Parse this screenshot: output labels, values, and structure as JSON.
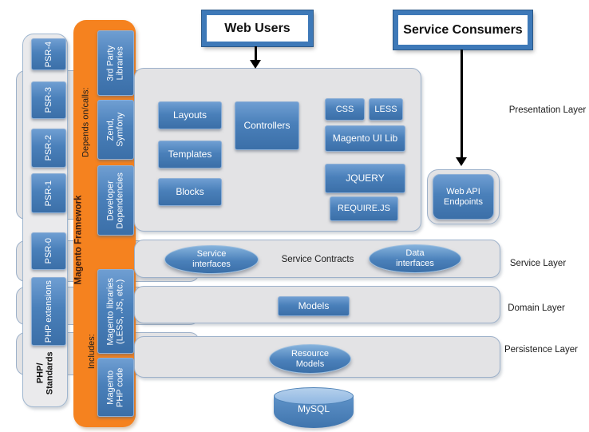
{
  "headers": {
    "web_users": "Web Users",
    "service_consumers": "Service Consumers"
  },
  "left_column": {
    "group_label": "PHP/ Standards",
    "items": [
      "PSR-4",
      "PSR-3",
      "PSR-2",
      "PSR-1",
      "PSR-0",
      "PHP extensions"
    ]
  },
  "framework_column": {
    "title": "Magento Framework",
    "depends_label": "Depends on/calls:",
    "includes_label": "Includes:",
    "items": [
      "3rd Party Libraries",
      "Zend, Symfony",
      "Developer Dependencies",
      "Magento libraries (LESS, .JS, etc.)",
      "Magento PHP code"
    ]
  },
  "layers": {
    "presentation": {
      "label": "Presentation Layer",
      "boxes": {
        "layouts": "Layouts",
        "templates": "Templates",
        "blocks": "Blocks",
        "controllers": "Controllers",
        "css": "CSS",
        "less": "LESS",
        "magento_ui_lib": "Magento UI Lib",
        "jquery": "JQUERY",
        "requirejs": "REQUIRE.JS"
      }
    },
    "service": {
      "label": "Service Layer",
      "service_interfaces": "Service interfaces",
      "service_contracts": "Service Contracts",
      "data_interfaces": "Data interfaces"
    },
    "domain": {
      "label": "Domain Layer",
      "models": "Models"
    },
    "persistence": {
      "label": "Persistence Layer",
      "resource_models": "Resource Models"
    }
  },
  "web_api": {
    "label": "Web API Endpoints"
  },
  "database": {
    "label": "MySQL"
  },
  "colors": {
    "box_blue": "#4a80ba",
    "framework_orange": "#f5821f",
    "band_grey": "#e3e3e5",
    "band_border": "#9db1ca",
    "header_border": "#3e79b8",
    "framework_title_text": "#3a1c10"
  }
}
